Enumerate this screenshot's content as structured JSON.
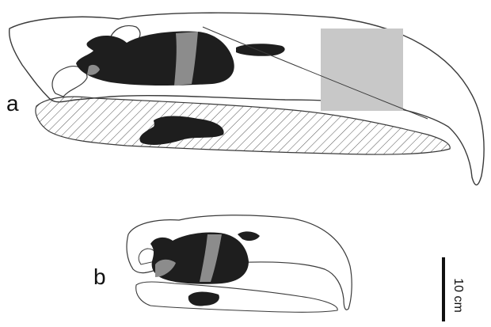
{
  "panels": {
    "a": {
      "label": "a"
    },
    "b": {
      "label": "b"
    }
  },
  "scale_bar": {
    "label": "10 cm"
  },
  "colors": {
    "outline": "#3a3a3a",
    "dark_fill": "#1e1e1e",
    "mid_grey": "#8c8c8c",
    "light_grey": "#c8c8c8",
    "hatch": "#555555",
    "background": "#ffffff"
  }
}
